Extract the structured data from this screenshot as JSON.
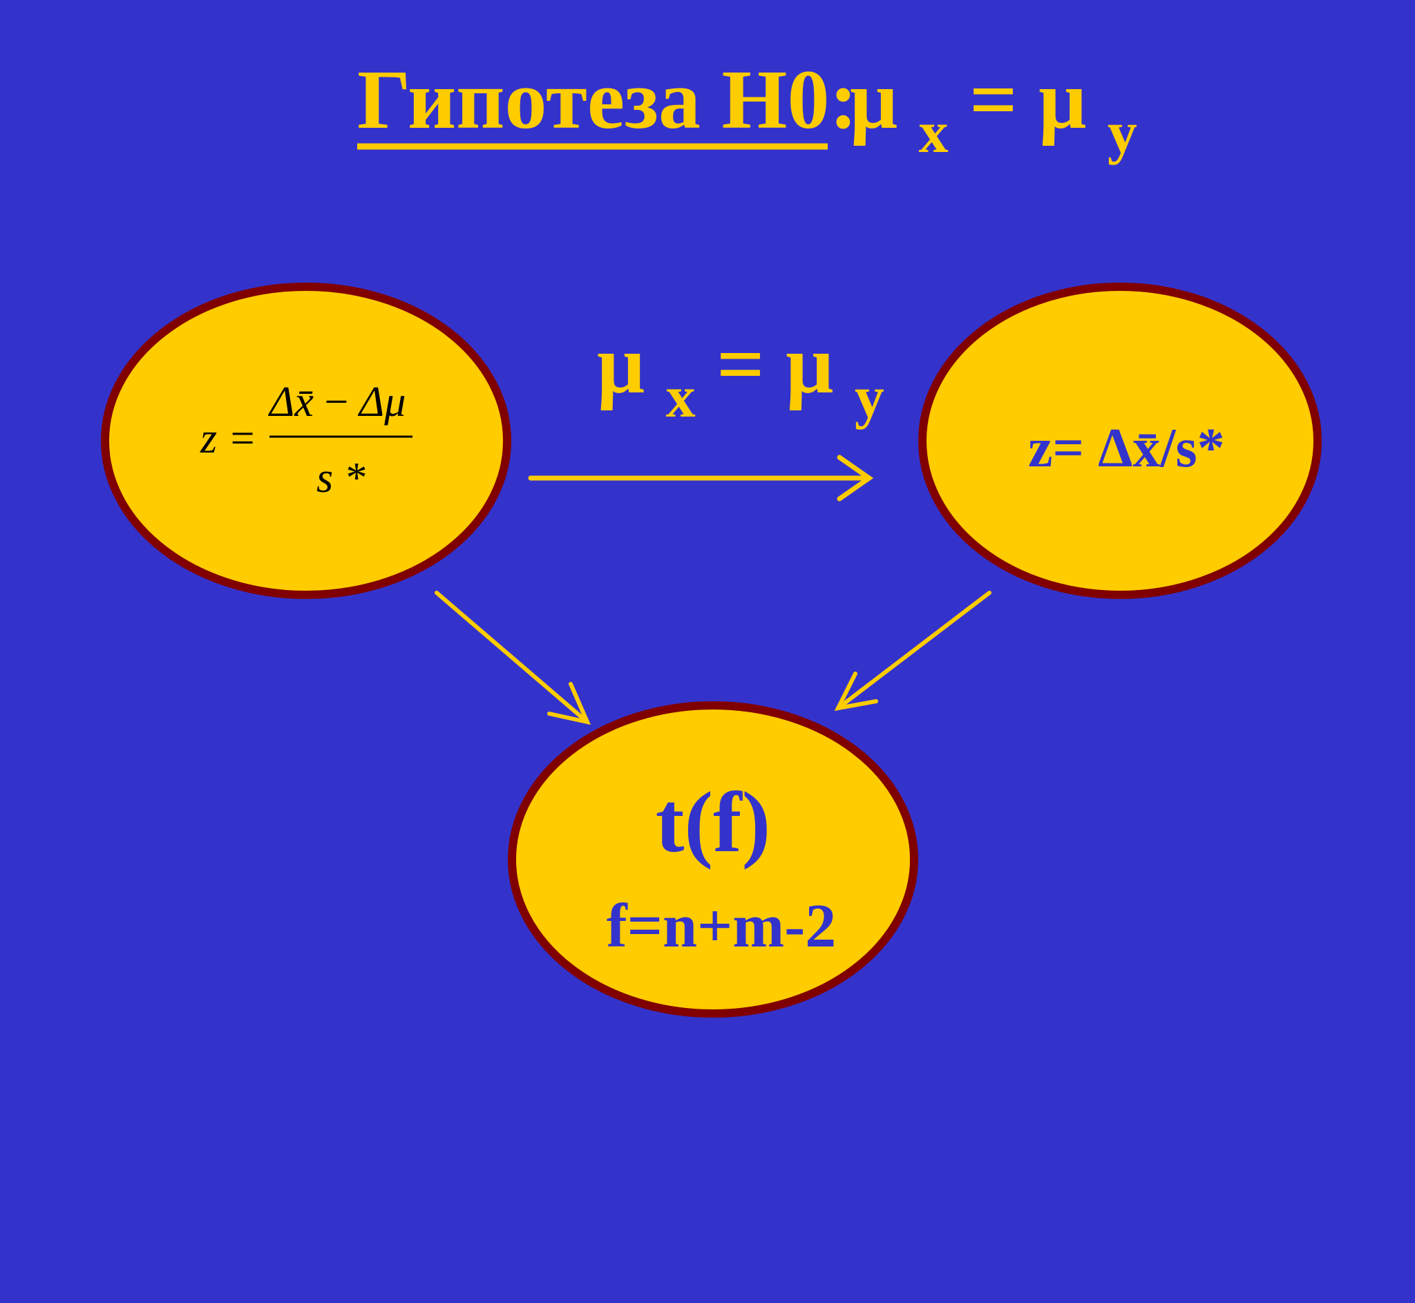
{
  "colors": {
    "background": "#3333cc",
    "accent_yellow": "#ffcc00",
    "node_fill": "#ffcc00",
    "node_stroke": "#800000",
    "node_text_blue": "#3333cc",
    "formula_black": "#000000"
  },
  "title": {
    "main": "Гипотеза Н0:",
    "mu": "μ",
    "sub_x": "x",
    "equals": "= ",
    "sub_y": "y"
  },
  "edge_label": {
    "mu": "μ",
    "sub_x": "x",
    "equals": "= ",
    "sub_y": "y"
  },
  "nodes": {
    "left": {
      "lhs": "z =",
      "numerator_dx": "Δx̄",
      "numerator_minus": "−",
      "numerator_dmu": "Δμ",
      "denominator": "s *"
    },
    "right": {
      "formula": "z= Δx̄/s*"
    },
    "bottom": {
      "dist": "t(f)",
      "df": "f=n+m-2"
    }
  }
}
